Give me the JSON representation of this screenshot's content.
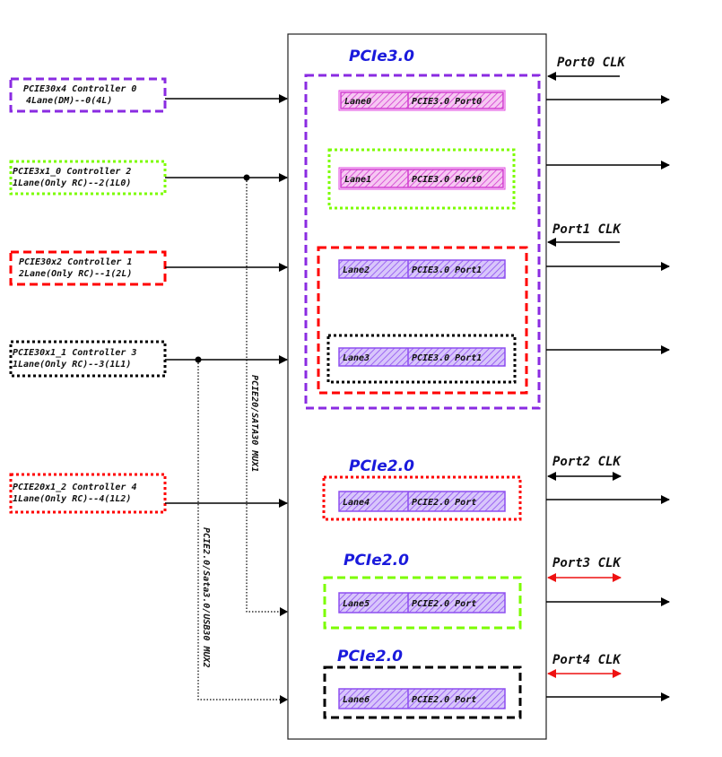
{
  "colors": {
    "purple": "#8a2be2",
    "green": "#7cfc00",
    "red": "#ff0000",
    "black": "#000000",
    "magenta": "#e040e0",
    "violet": "#9b59f5",
    "header_blue": "#1a1adc",
    "clk_red": "#ee1111"
  },
  "controllers": [
    {
      "line1": "PCIE30x4 Controller 0",
      "line2": "4Lane(DM)--0(4L)"
    },
    {
      "line1": "PCIE3x1_0 Controller 2",
      "line2": "1Lane(Only RC)--2(1L0)"
    },
    {
      "line1": "PCIE30x2 Controller 1",
      "line2": "2Lane(Only RC)--1(2L)"
    },
    {
      "line1": "PCIE30x1_1 Controller 3",
      "line2": "1Lane(Only RC)--3(1L1)"
    },
    {
      "line1": "PCIE20x1_2 Controller 4",
      "line2": "1Lane(Only RC)--4(1L2)"
    }
  ],
  "headers": {
    "pcie30": "PCIe3.0",
    "pcie20_a": "PCIe2.0",
    "pcie20_b": "PCIe2.0",
    "pcie20_c": "PCIe2.0"
  },
  "lanes": [
    {
      "lane": "Lane0",
      "port": "PCIE3.0 Port0"
    },
    {
      "lane": "Lane1",
      "port": "PCIE3.0 Port0"
    },
    {
      "lane": "Lane2",
      "port": "PCIE3.0 Port1"
    },
    {
      "lane": "Lane3",
      "port": "PCIE3.0 Port1"
    },
    {
      "lane": "Lane4",
      "port": "PCIE2.0 Port"
    },
    {
      "lane": "Lane5",
      "port": "PCIE2.0 Port"
    },
    {
      "lane": "Lane6",
      "port": "PCIE2.0 Port"
    }
  ],
  "clocks": [
    "Port0 CLK",
    "Port1 CLK",
    "Port2 CLK",
    "Port3 CLK",
    "Port4 CLK"
  ],
  "mux_labels": {
    "mux1": "PCIE20/SATA30 MUX1",
    "mux2": "PCIE2.0/Sata3.0/USB30 MUX2"
  }
}
